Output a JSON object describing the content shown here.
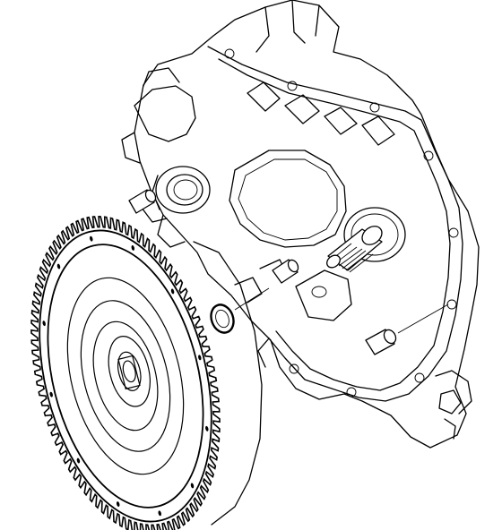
{
  "diagram": {
    "style": "line-art",
    "colors": {
      "ink": "#000000",
      "paper": "#ffffff"
    },
    "parts": [
      {
        "name": "transmission-housing",
        "count": 1
      },
      {
        "name": "input-shaft",
        "count": 1
      },
      {
        "name": "input-shaft-seal",
        "count": 1
      },
      {
        "name": "dowel-pin",
        "count": 3
      },
      {
        "name": "o-ring",
        "count": 1
      },
      {
        "name": "flywheel",
        "count": 1
      },
      {
        "name": "ring-gear",
        "teeth": 96
      }
    ]
  }
}
